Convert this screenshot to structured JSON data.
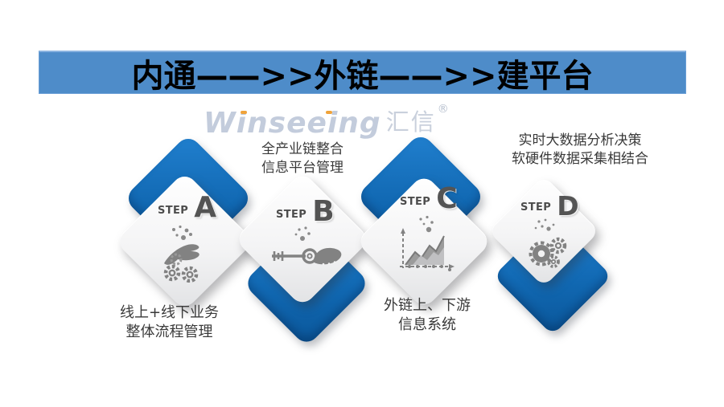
{
  "banner": {
    "title": "内通——>>外链——>>建平台",
    "bg_color": "#4e8cc9",
    "text_color": "#000000"
  },
  "logo": {
    "brand": "Winseeing",
    "brand_cn": "汇信",
    "registered": "®",
    "brand_color": "#c3ccdc",
    "accent_color": "#f0a33a"
  },
  "steps": [
    {
      "id": "A",
      "step_label": "STEP",
      "letter": "A",
      "icon": "hand-sprinkle-gears-icon",
      "caption_position": "below",
      "caption_line1": "线上+线下业务",
      "caption_line2": "整体流程管理"
    },
    {
      "id": "B",
      "step_label": "STEP",
      "letter": "B",
      "icon": "hand-key-icon",
      "caption_position": "above",
      "caption_line1": "全产业链整合",
      "caption_line2": "信息平台管理"
    },
    {
      "id": "C",
      "step_label": "STEP",
      "letter": "C",
      "icon": "area-chart-icon",
      "caption_position": "below",
      "caption_line1": "外链上、下游",
      "caption_line2": "信息系统"
    },
    {
      "id": "D",
      "step_label": "STEP",
      "letter": "D",
      "icon": "gears-cluster-icon",
      "caption_position": "above",
      "caption_line1": "实时大数据分析决策",
      "caption_line2": "软硬件数据采集相结合"
    }
  ],
  "colors": {
    "diamond_blue": "#1168b2",
    "diamond_white": "#f4f4f5",
    "step_text_gray": "#545454",
    "icon_gray": "#8a8a8a",
    "caption_text": "#3a3a3a"
  }
}
